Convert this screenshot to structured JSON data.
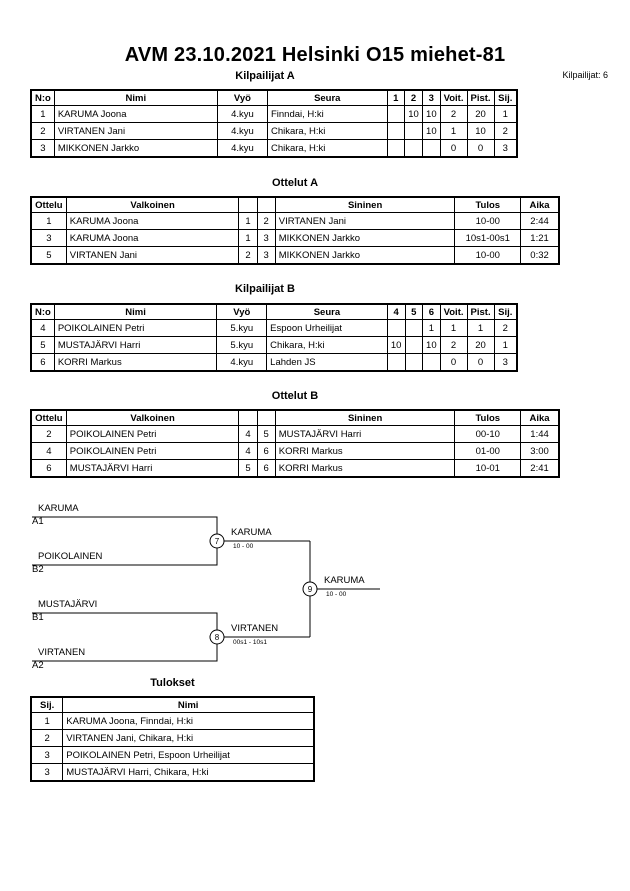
{
  "header": {
    "title": "AVM  23.10.2021  Helsinki   O15 miehet-81",
    "count_label": "Kilpailijat: 6"
  },
  "poolA": {
    "title": "Kilpailijat A",
    "headers": [
      "N:o",
      "Nimi",
      "Vyö",
      "Seura",
      "1",
      "2",
      "3",
      "Voit.",
      "Pist.",
      "Sij."
    ],
    "rows": [
      [
        "1",
        "KARUMA Joona",
        "4.kyu",
        "Finndai, H:ki",
        "",
        "10",
        "10",
        "2",
        "20",
        "1"
      ],
      [
        "2",
        "VIRTANEN Jani",
        "4.kyu",
        "Chikara, H:ki",
        "",
        "",
        "10",
        "1",
        "10",
        "2"
      ],
      [
        "3",
        "MIKKONEN Jarkko",
        "4.kyu",
        "Chikara, H:ki",
        "",
        "",
        "",
        "0",
        "0",
        "3"
      ]
    ]
  },
  "matchesA": {
    "title": "Ottelut A",
    "headers": [
      "Ottelu",
      "Valkoinen",
      "",
      "",
      "Sininen",
      "Tulos",
      "Aika"
    ],
    "rows": [
      [
        "1",
        "KARUMA Joona",
        "1",
        "2",
        "VIRTANEN Jani",
        "10-00",
        "2:44"
      ],
      [
        "3",
        "KARUMA Joona",
        "1",
        "3",
        "MIKKONEN Jarkko",
        "10s1-00s1",
        "1:21"
      ],
      [
        "5",
        "VIRTANEN Jani",
        "2",
        "3",
        "MIKKONEN Jarkko",
        "10-00",
        "0:32"
      ]
    ]
  },
  "poolB": {
    "title": "Kilpailijat B",
    "headers": [
      "N:o",
      "Nimi",
      "Vyö",
      "Seura",
      "4",
      "5",
      "6",
      "Voit.",
      "Pist.",
      "Sij."
    ],
    "rows": [
      [
        "4",
        "POIKOLAINEN Petri",
        "5.kyu",
        "Espoon Urheilijat",
        "",
        "",
        "1",
        "1",
        "1",
        "2"
      ],
      [
        "5",
        "MUSTAJÄRVI Harri",
        "5.kyu",
        "Chikara, H:ki",
        "10",
        "",
        "10",
        "2",
        "20",
        "1"
      ],
      [
        "6",
        "KORRI Markus",
        "4.kyu",
        "Lahden JS",
        "",
        "",
        "",
        "0",
        "0",
        "3"
      ]
    ]
  },
  "matchesB": {
    "title": "Ottelut B",
    "headers": [
      "Ottelu",
      "Valkoinen",
      "",
      "",
      "Sininen",
      "Tulos",
      "Aika"
    ],
    "rows": [
      [
        "2",
        "POIKOLAINEN Petri",
        "4",
        "5",
        "MUSTAJÄRVI Harri",
        "00-10",
        "1:44"
      ],
      [
        "4",
        "POIKOLAINEN Petri",
        "4",
        "6",
        "KORRI Markus",
        "01-00",
        "3:00"
      ],
      [
        "6",
        "MUSTAJÄRVI Harri",
        "5",
        "6",
        "KORRI Markus",
        "10-01",
        "2:41"
      ]
    ]
  },
  "bracket": {
    "e1": {
      "name": "KARUMA",
      "seed": "A1"
    },
    "e2": {
      "name": "POIKOLAINEN",
      "seed": "B2"
    },
    "e3": {
      "name": "MUSTAJÄRVI",
      "seed": "B1"
    },
    "e4": {
      "name": "VIRTANEN",
      "seed": "A2"
    },
    "m7": {
      "num": "7",
      "winner": "KARUMA",
      "score": "10 - 00"
    },
    "m8": {
      "num": "8",
      "winner": "VIRTANEN",
      "score": "00s1 - 10s1"
    },
    "m9": {
      "num": "9",
      "winner": "KARUMA",
      "score": "10 - 00"
    }
  },
  "results": {
    "title": "Tulokset",
    "headers": [
      "Sij.",
      "Nimi"
    ],
    "rows": [
      [
        "1",
        "KARUMA Joona, Finndai, H:ki"
      ],
      [
        "2",
        "VIRTANEN Jani, Chikara, H:ki"
      ],
      [
        "3",
        "POIKOLAINEN Petri, Espoon Urheilijat"
      ],
      [
        "3",
        "MUSTAJÄRVI Harri, Chikara, H:ki"
      ]
    ]
  }
}
